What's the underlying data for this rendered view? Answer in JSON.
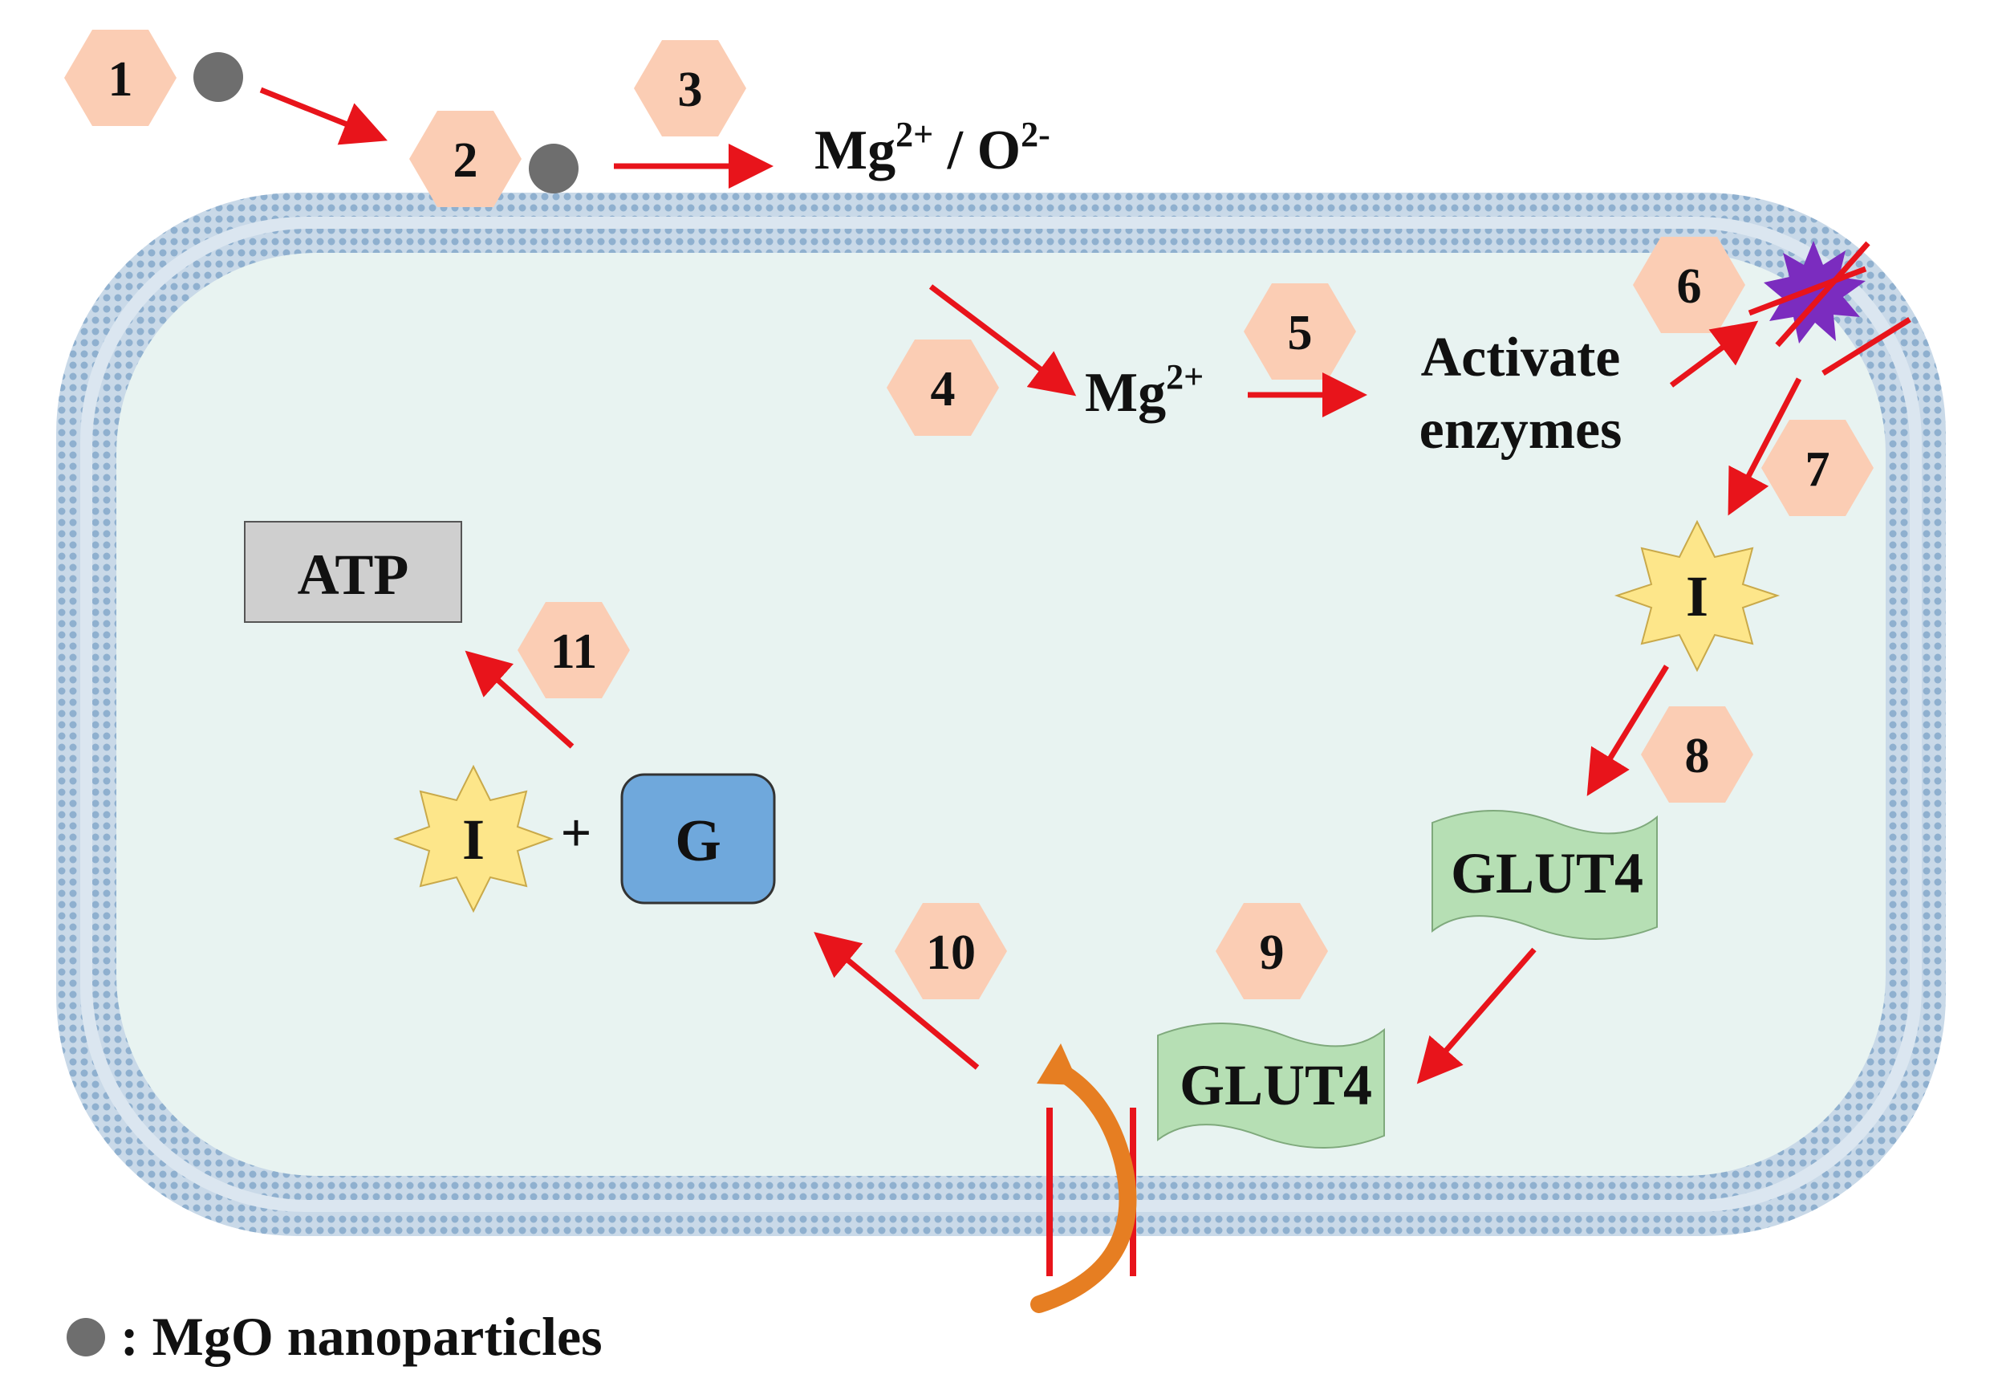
{
  "steps": [
    "1",
    "2",
    "3",
    "4",
    "5",
    "6",
    "7",
    "8",
    "9",
    "10",
    "11"
  ],
  "labels": {
    "ions_mg": "Mg",
    "ions_mg_sup": "2+",
    "ions_sep": " / O",
    "ions_o_sup": "2-",
    "mg_inner": "Mg",
    "mg_inner_sup": "2+",
    "activate_line1": "Activate",
    "activate_line2": "enzymes",
    "atp": "ATP",
    "insulin": "I",
    "glucose": "G",
    "plus": "+",
    "glut4_upper": "GLUT4",
    "glut4_lower": "GLUT4",
    "legend_text": ": MgO nanoparticles"
  },
  "colors": {
    "hexagon": "#fbcdb4",
    "arrow": "#e8141b",
    "membrane": "#a9c1d8",
    "cytoplasm": "#e8f3f1",
    "nanoparticle": "#6e6e6e",
    "insulin_star": "#fde68a",
    "glucose_box": "#6fa8dc",
    "glut4": "#b6dfb4",
    "atp_box": "#cfcfcf",
    "receptor": "#7b2cbf",
    "channel_arrow": "#e67e22"
  }
}
